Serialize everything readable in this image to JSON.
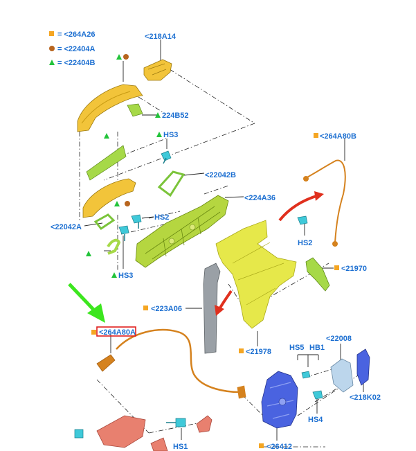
{
  "legend": [
    {
      "marker": "square",
      "color": "#f5a623",
      "text": "= <264A26"
    },
    {
      "marker": "circle",
      "color": "#b8651e",
      "text": "= <22404A"
    },
    {
      "marker": "triangle",
      "color": "#22c33a",
      "text": "= <22404B"
    }
  ],
  "callouts": {
    "c218A14": "<218A14",
    "c224B52": "224B52",
    "hs3_top": "HS3",
    "c264A80B": "<264A80B",
    "c22042B": "<22042B",
    "c224A36": "<224A36",
    "hs2_left": "HS2",
    "c22042A": "<22042A",
    "hs2_right": "HS2",
    "hs3_bottom": "HS3",
    "c21970": "<21970",
    "c223A06": "<223A06",
    "c264A80A": "<264A80A",
    "c21978": "<21978",
    "hs5": "HS5",
    "hb1": "HB1",
    "c22008": "<22008",
    "c218K02": "<218K02",
    "hs4": "HS4",
    "hs1": "HS1",
    "c26412": "<26412"
  },
  "colors": {
    "label_blue": "#1c6fd1",
    "square_marker": "#f5a623",
    "circle_marker": "#b8651e",
    "triangle_marker": "#22c33a",
    "handle_yellow": "#f2c43a",
    "bracket_green": "#a6d948",
    "carrier_yellow": "#e6e84a",
    "cable_orange": "#d5821e",
    "latch_blue": "#4a63e0",
    "trim_red": "#e8806f",
    "arrow_red": "#e0301e",
    "arrow_green": "#3ce61e",
    "highlight_red": "#e0201e"
  }
}
